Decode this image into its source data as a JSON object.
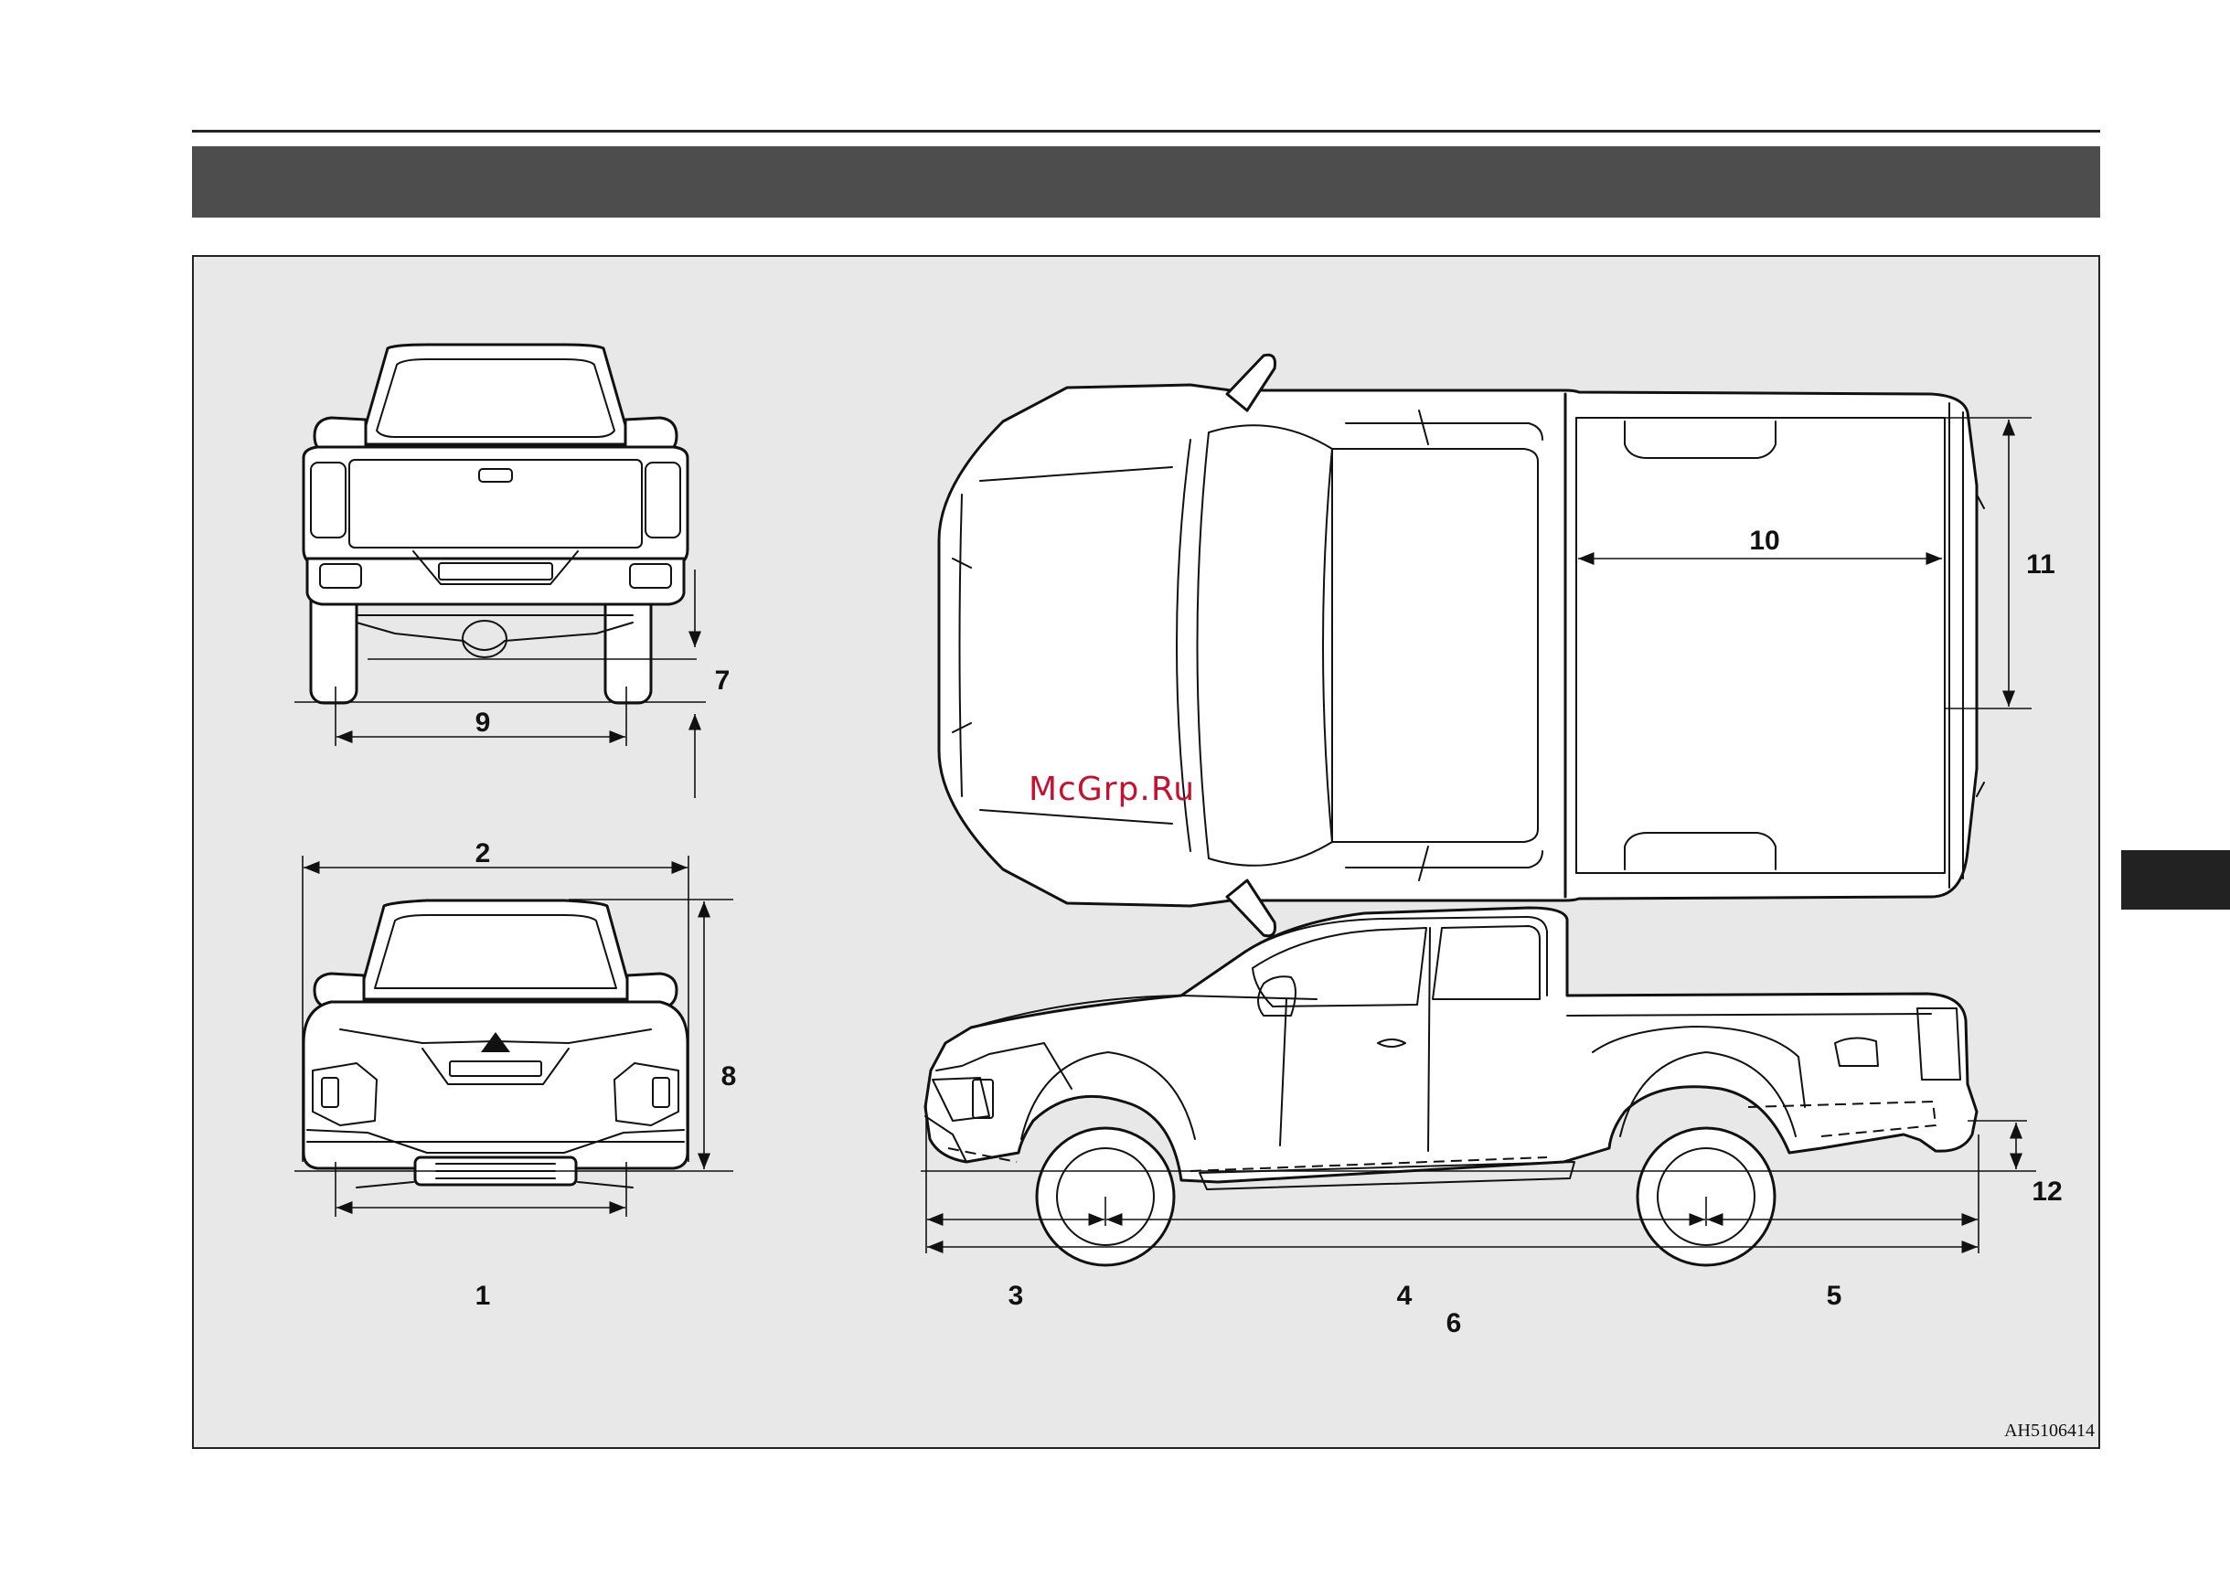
{
  "figure": {
    "watermark": "McGrp.Ru",
    "reference_code": "AH5106414",
    "dimension_labels": [
      "1",
      "2",
      "3",
      "4",
      "5",
      "6",
      "7",
      "8",
      "9",
      "10",
      "11",
      "12"
    ]
  }
}
